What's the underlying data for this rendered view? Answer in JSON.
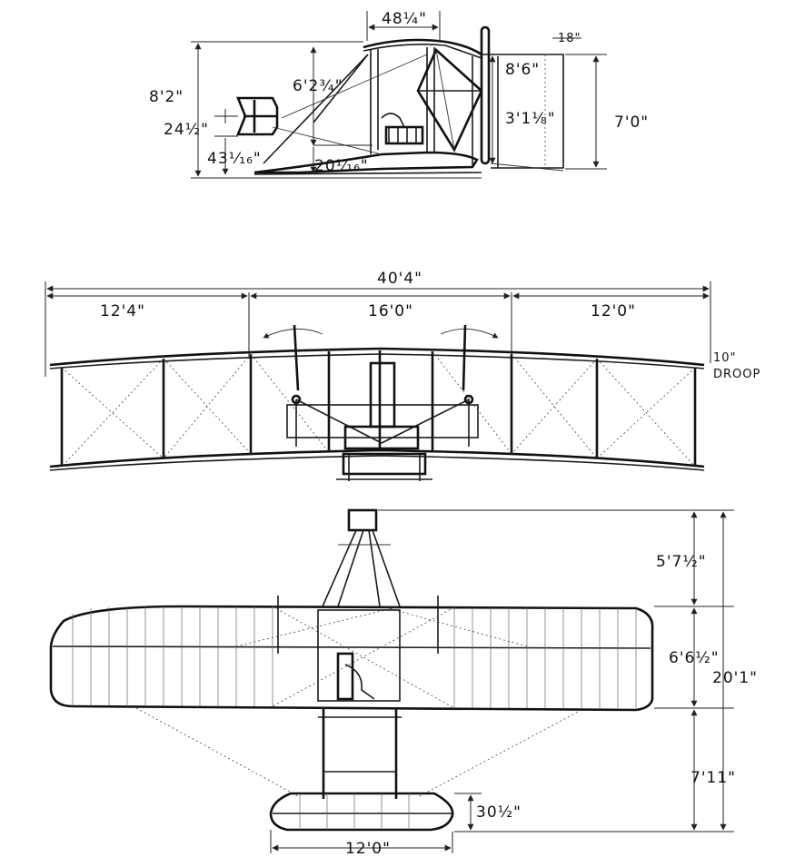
{
  "side_view": {
    "dims": {
      "chord": "48¼\"",
      "height_overall": "8'2\"",
      "height_wing": "6'2¾\"",
      "prop_height": "8'6\"",
      "elevator_height": "24½\"",
      "elevator_ground": "43¹⁄₁₆\"",
      "skid_clearance": "20¹⁄₁₆\"",
      "prop_dia_upper": "3'1⅛\"",
      "rudder_span": "7'0\"",
      "rudder_chord": "18\""
    }
  },
  "front_view": {
    "dims": {
      "span": "40'4\"",
      "left_panel": "12'4\"",
      "center_panel": "16'0\"",
      "right_panel": "12'0\"",
      "droop_value": "10\"",
      "droop_label": "DROOP"
    }
  },
  "top_view": {
    "dims": {
      "tail_distance": "5'7½\"",
      "wing_chord": "6'6½\"",
      "overall_length": "20'1\"",
      "elevator_distance": "7'11\"",
      "elevator_chord": "30½\"",
      "elevator_span": "12'0\""
    }
  }
}
